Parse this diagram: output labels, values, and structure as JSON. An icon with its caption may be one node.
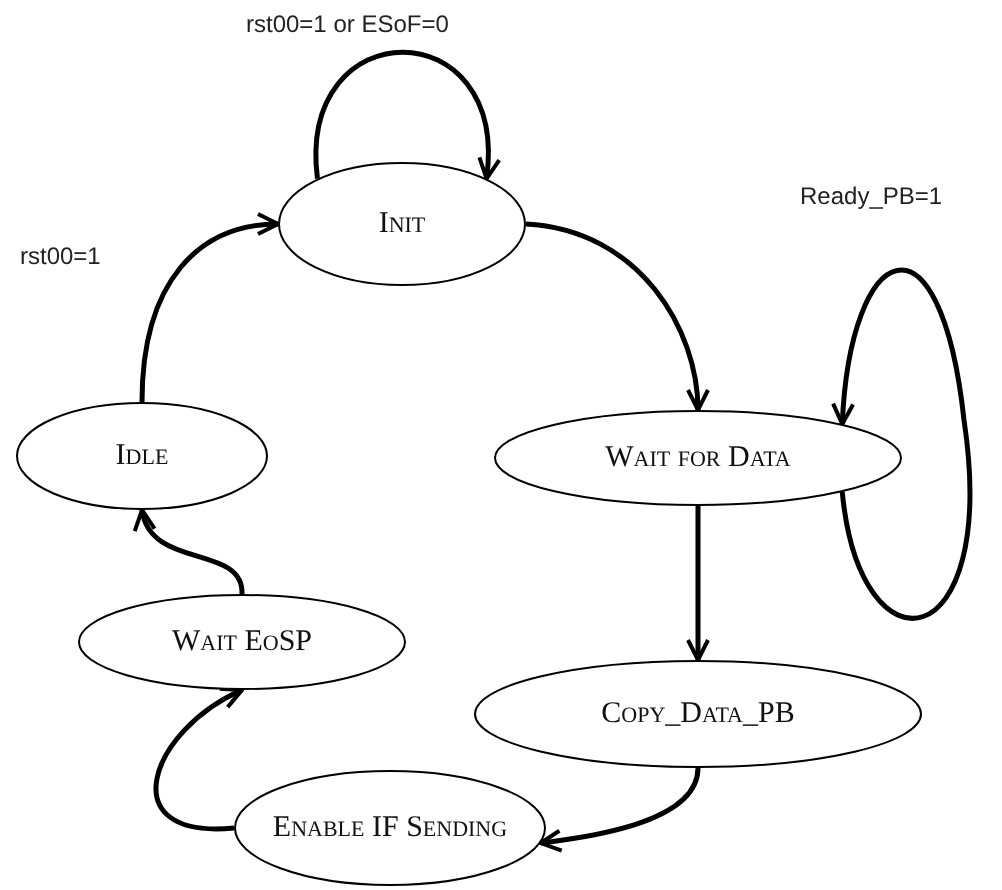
{
  "diagram": {
    "nodes": [
      {
        "text": [
          "Init"
        ]
      },
      {
        "text": [
          "Wait for Data"
        ]
      },
      {
        "text": [
          "Copy_Data_PB"
        ]
      },
      {
        "text": [
          "Enable IF Sending"
        ]
      },
      {
        "text": [
          "Wait EoSP"
        ]
      },
      {
        "text": [
          "Idle"
        ]
      }
    ],
    "edges": [
      {
        "from": 0,
        "to": 0,
        "arrow": "to",
        "label": "rst00=1 or ESoF=0"
      },
      {
        "from": 0,
        "to": 1,
        "arrow": "to"
      },
      {
        "from": 1,
        "to": 1,
        "arrow": "to",
        "label": "Ready_PB=1"
      },
      {
        "from": 1,
        "to": 2,
        "arrow": "to"
      },
      {
        "from": 2,
        "to": 3,
        "arrow": "to"
      },
      {
        "from": 3,
        "to": 4,
        "arrow": "to"
      },
      {
        "from": 4,
        "to": 5,
        "arrow": "to"
      },
      {
        "from": 5,
        "to": 0,
        "arrow": "to",
        "label": "rst00=1"
      }
    ]
  }
}
